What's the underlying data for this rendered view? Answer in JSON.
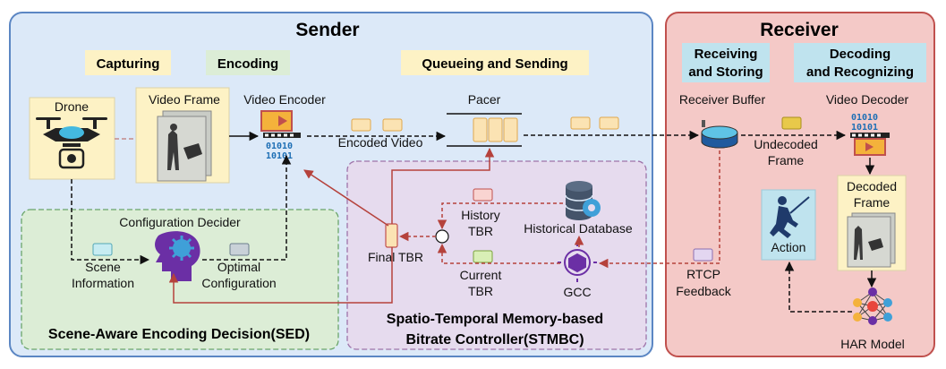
{
  "sender": {
    "title": "Sender",
    "stages": {
      "capturing": "Capturing",
      "encoding": "Encoding",
      "queueing": "Queueing and Sending"
    },
    "drone_label": "Drone",
    "video_frame_label": "Video Frame",
    "video_encoder_label": "Video Encoder",
    "encoded_video_label": "Encoded Video",
    "pacer_label": "Pacer",
    "sed": {
      "title": "Scene-Aware Encoding Decision(SED)",
      "config_decider": "Configuration Decider",
      "scene_info": [
        "Scene",
        "Information"
      ],
      "optimal_config": [
        "Optimal",
        "Configuration"
      ]
    },
    "stmbc": {
      "title": [
        "Spatio-Temporal Memory-based",
        "Bitrate Controller(STMBC)"
      ],
      "history_tbr": [
        "History",
        "TBR"
      ],
      "current_tbr": [
        "Current",
        "TBR"
      ],
      "final_tbr": "Final TBR",
      "historical_db": "Historical Database",
      "gcc": "GCC"
    }
  },
  "receiver": {
    "title": "Receiver",
    "stages": {
      "receiving": [
        "Receiving",
        "and Storing"
      ],
      "decoding": [
        "Decoding",
        "and Recognizing"
      ]
    },
    "receiver_buffer": "Receiver Buffer",
    "undecoded_frame": [
      "Undecoded",
      "Frame"
    ],
    "video_decoder": "Video Decoder",
    "decoded_frame": [
      "Decoded",
      "Frame"
    ],
    "action": "Action",
    "har_model": "HAR Model",
    "rtcp_feedback": [
      "RTCP",
      "Feedback"
    ]
  },
  "colors": {
    "sender_bg": "#dce9f8",
    "sender_border": "#5b86c3",
    "receiver_bg": "#f4c9c7",
    "receiver_border": "#c0504d",
    "sed_bg": "#dcedd6",
    "stmbc_bg": "#e6dbee",
    "stage_highlight": "#fdf2c5",
    "receiver_stage_highlight": "#bfe3ee",
    "packet": "#fbe3b3",
    "arrow_red": "#c0504d"
  }
}
